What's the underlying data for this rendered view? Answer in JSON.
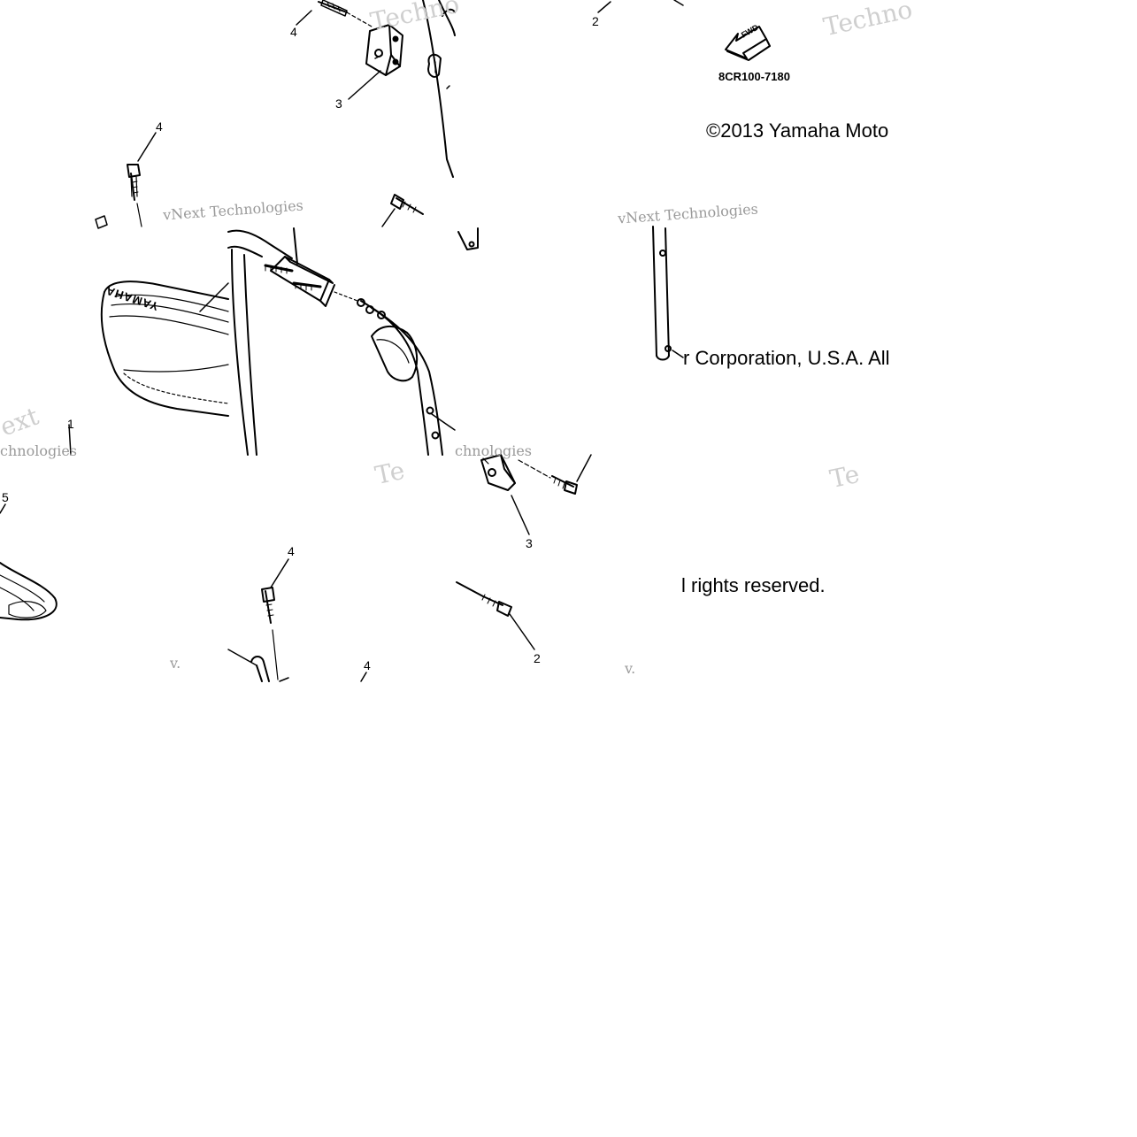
{
  "diagram": {
    "part_code": "8CR100-7180",
    "fwd_label": "FWD",
    "seat_brand": "YAMAHA",
    "copyright_parts": [
      "©2013 Yamaha Moto",
      "r Corporation, U.S.A. All",
      "l rights reserved."
    ],
    "callouts": {
      "c_top_4": "4",
      "c_top_2": "2",
      "c_top_3": "3",
      "c_mid_4": "4",
      "c_left_1": "1",
      "c_left_5": "5",
      "c_bot_3": "3",
      "c_bot_4a": "4",
      "c_bot_4b": "4",
      "c_bot_2": "2"
    },
    "watermarks": {
      "techno_1": "Techno",
      "techno_2": "Techno",
      "vnext_1": "vNext Technologies",
      "vnext_2": "vNext Technologies",
      "ext": "ext",
      "chnologies_1": "chnologies",
      "chnologies_2": "chnologies",
      "te_1": "Te",
      "te_2": "Te",
      "v_1": "v.",
      "v_2": "v."
    }
  }
}
